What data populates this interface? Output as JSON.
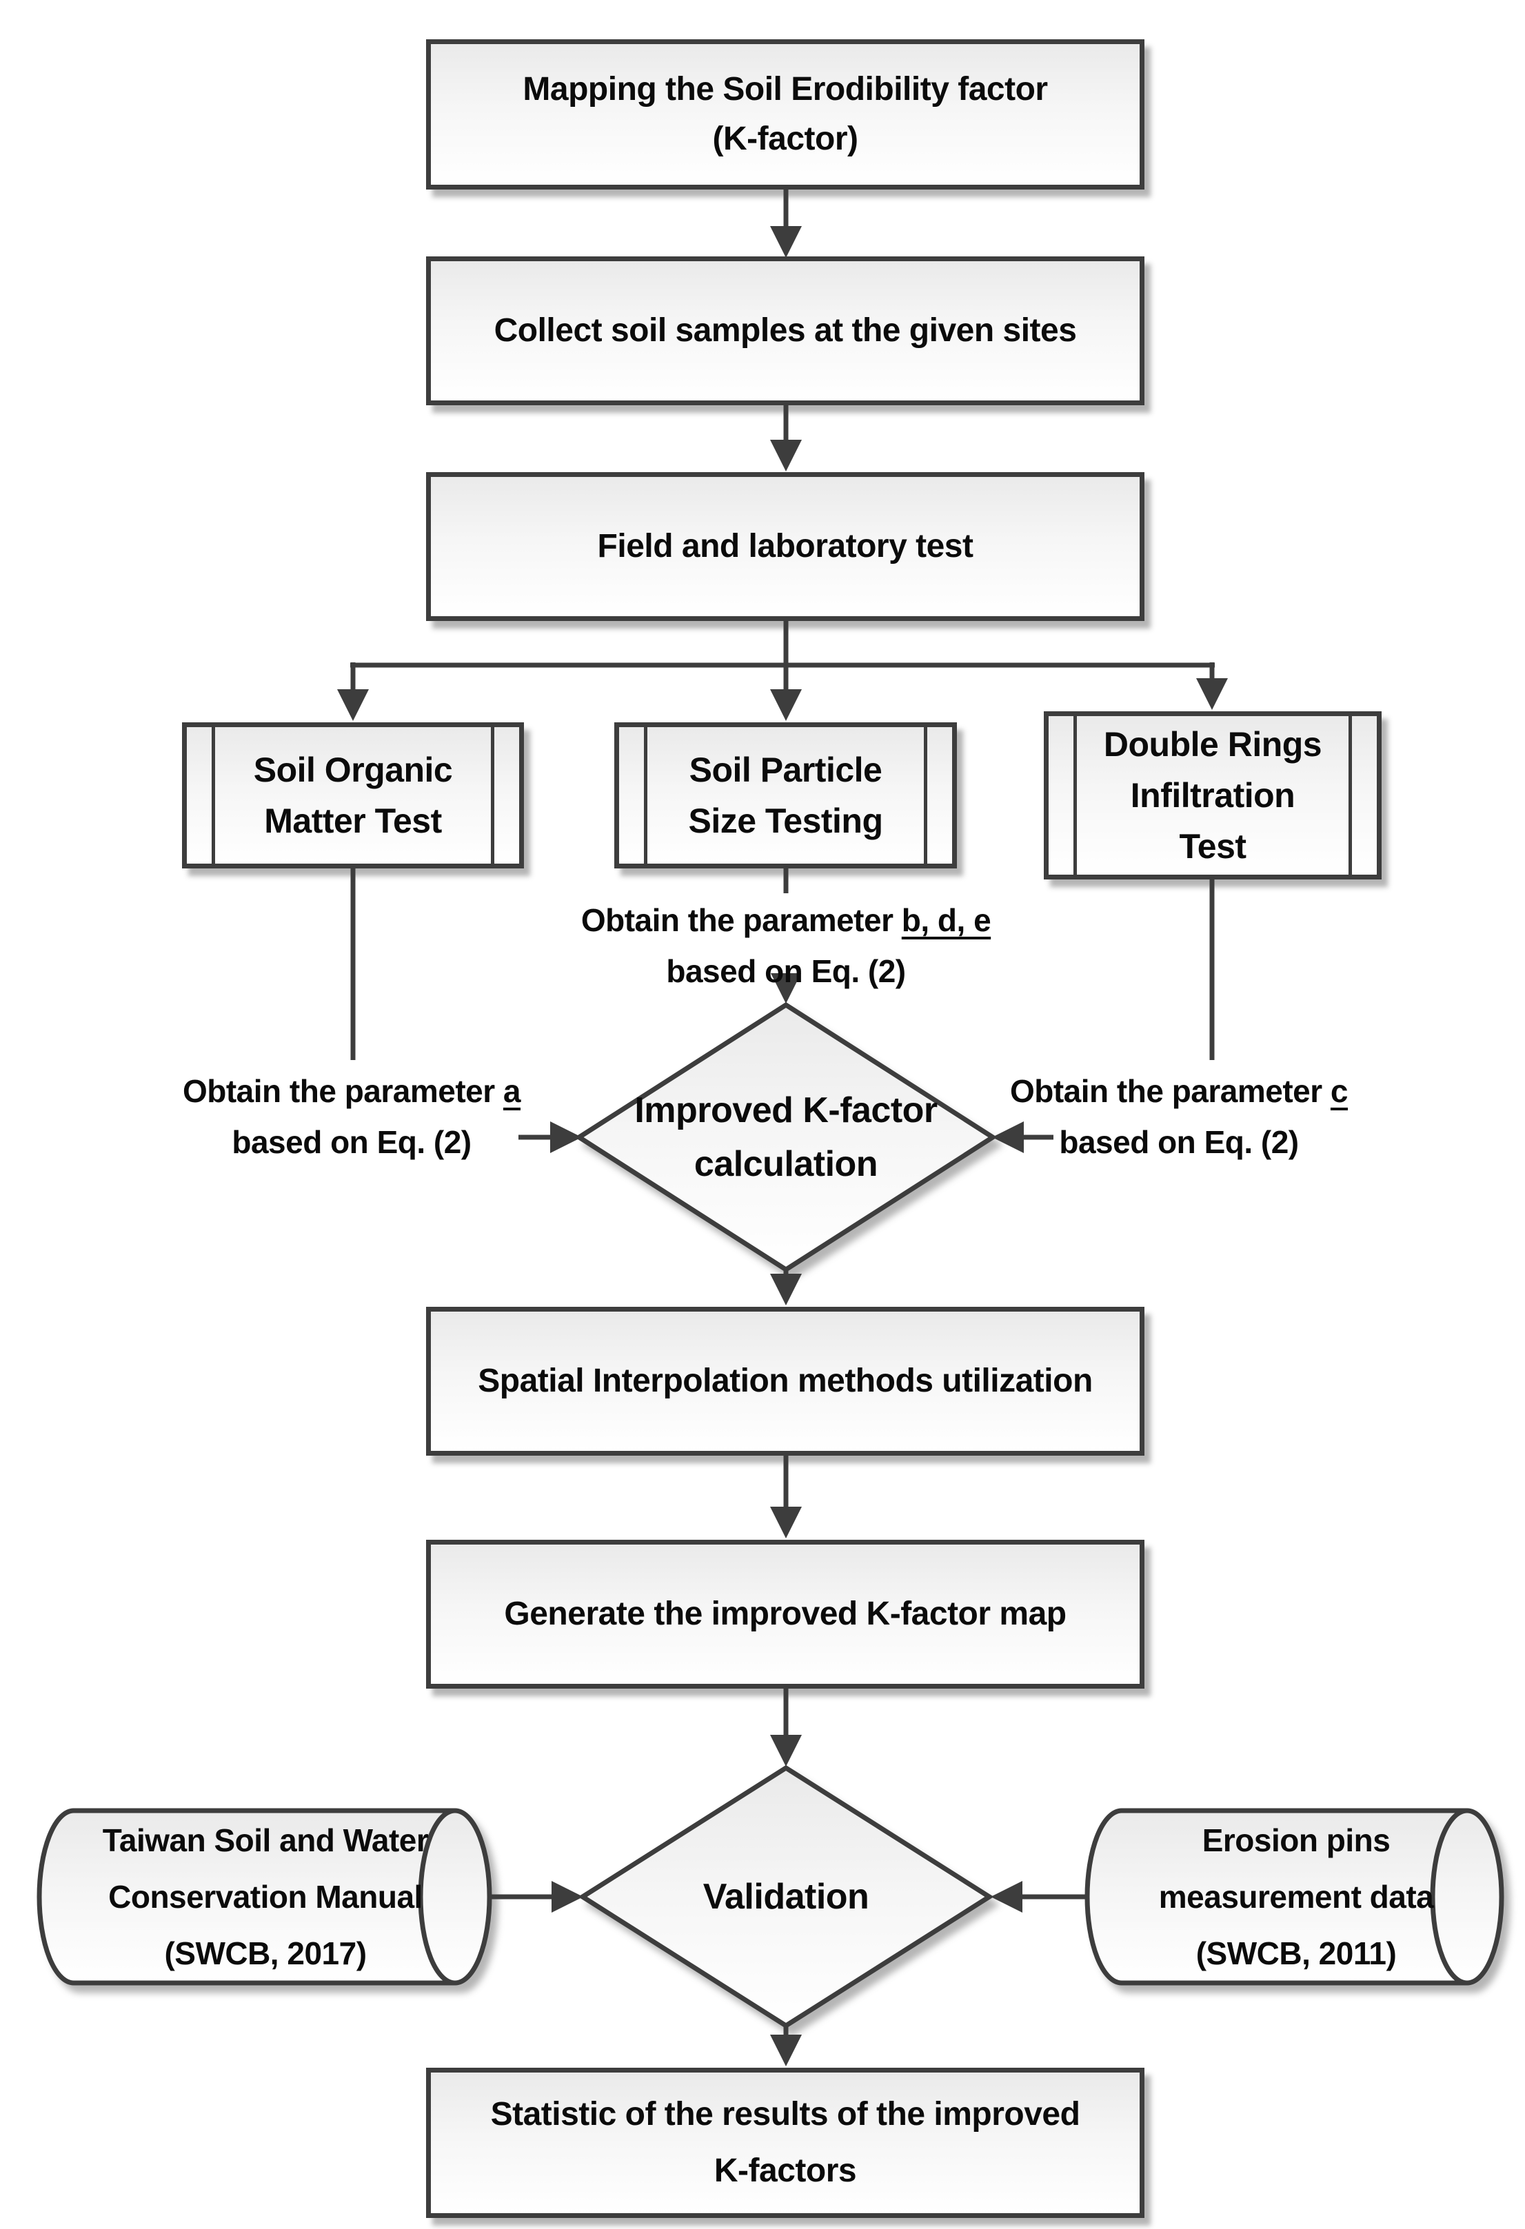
{
  "figure": {
    "type": "flowchart",
    "colors": {
      "line": "#3d3d3d",
      "fill_top": "#eaeaea",
      "fill_bottom": "#ffffff",
      "text": "#0b0b0b"
    },
    "nodes": {
      "mapping": {
        "shape": "process",
        "label": "Mapping the Soil Erodibility factor\n(K-factor)"
      },
      "collect": {
        "shape": "process",
        "label": "Collect soil samples at the given sites"
      },
      "field": {
        "shape": "process",
        "label": "Field and laboratory test"
      },
      "soil_organic": {
        "shape": "predefined-process",
        "label": "Soil Organic\nMatter Test"
      },
      "soil_particle": {
        "shape": "predefined-process",
        "label": "Soil Particle\nSize Testing"
      },
      "double_rings": {
        "shape": "predefined-process",
        "label": "Double Rings\nInfiltration\nTest"
      },
      "improved_k": {
        "shape": "decision",
        "label": "Improved K-factor\ncalculation"
      },
      "spatial": {
        "shape": "process",
        "label": "Spatial Interpolation methods utilization"
      },
      "generate": {
        "shape": "process",
        "label": "Generate the improved K-factor map"
      },
      "validation": {
        "shape": "decision",
        "label": "Validation"
      },
      "manual": {
        "shape": "cylinder",
        "label": "Taiwan Soil and Water\nConservation Manual\n(SWCB, 2017)"
      },
      "erosion": {
        "shape": "cylinder",
        "label": "Erosion pins\nmeasurement data\n(SWCB, 2011)"
      },
      "statistic": {
        "shape": "process",
        "label": "Statistic of the results of the improved\nK-factors"
      }
    },
    "annotations": {
      "param_a": {
        "prefix": "Obtain the parameter ",
        "param": "a",
        "line2": "based on Eq. (2)"
      },
      "param_bde": {
        "prefix": "Obtain the parameter ",
        "param": "b, d, e",
        "line2": "based on Eq. (2)"
      },
      "param_c": {
        "prefix": "Obtain the parameter ",
        "param": "c",
        "line2": "based on Eq. (2)"
      }
    }
  }
}
